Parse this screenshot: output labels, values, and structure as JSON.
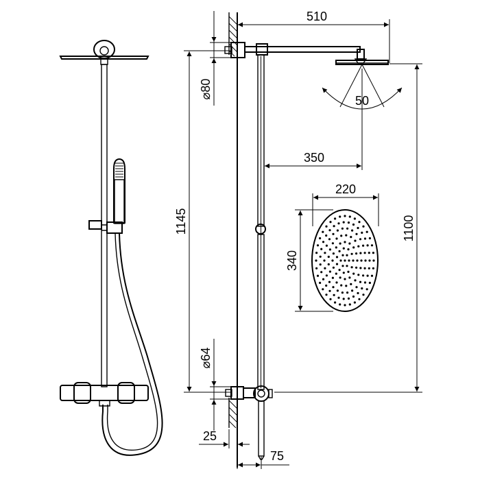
{
  "diagram": {
    "dimensions": {
      "arm_length": "510",
      "arm_to_rail": "350",
      "head_width": "220",
      "head_height": "340",
      "height_total": "1145",
      "height_rail": "1100",
      "angle": "50",
      "upper_bracket_dia": "80",
      "lower_bracket_dia": "64",
      "wall_offset_small": "25",
      "wall_offset_rail": "75"
    },
    "diameter_symbol": "⌀"
  }
}
